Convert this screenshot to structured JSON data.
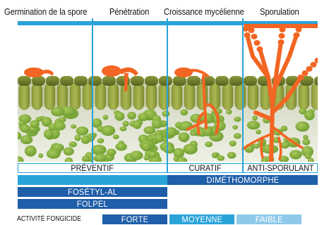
{
  "stages": [
    "Germination de la spore",
    "Pénétration",
    "Croissance mycélienne",
    "Sporulation"
  ],
  "phases": {
    "preventif": "PRÉVENTIF",
    "curatif": "CURATIF",
    "anti_sporulant": "ANTI-SPORULANT"
  },
  "products": {
    "dimethomorphe": "DIMÉTHOMORPHE",
    "fosetyl_al": "FOSÉTYL-AL",
    "folpel": "FOLPEL"
  },
  "legend": {
    "title": "ACTIVITÉ FONGICIDE",
    "forte": "FORTE",
    "moyenne": "MOYENNE",
    "faible": "FAIBLE"
  },
  "colors": {
    "forte": "#1f5ea8",
    "moyenne": "#2aa3d9",
    "faible": "#8ec9ea",
    "pathogen": "#f26522",
    "leaf_top": "#6b7a2a",
    "palisade": "#9aa845",
    "mesophyll": "#7fb03a"
  }
}
